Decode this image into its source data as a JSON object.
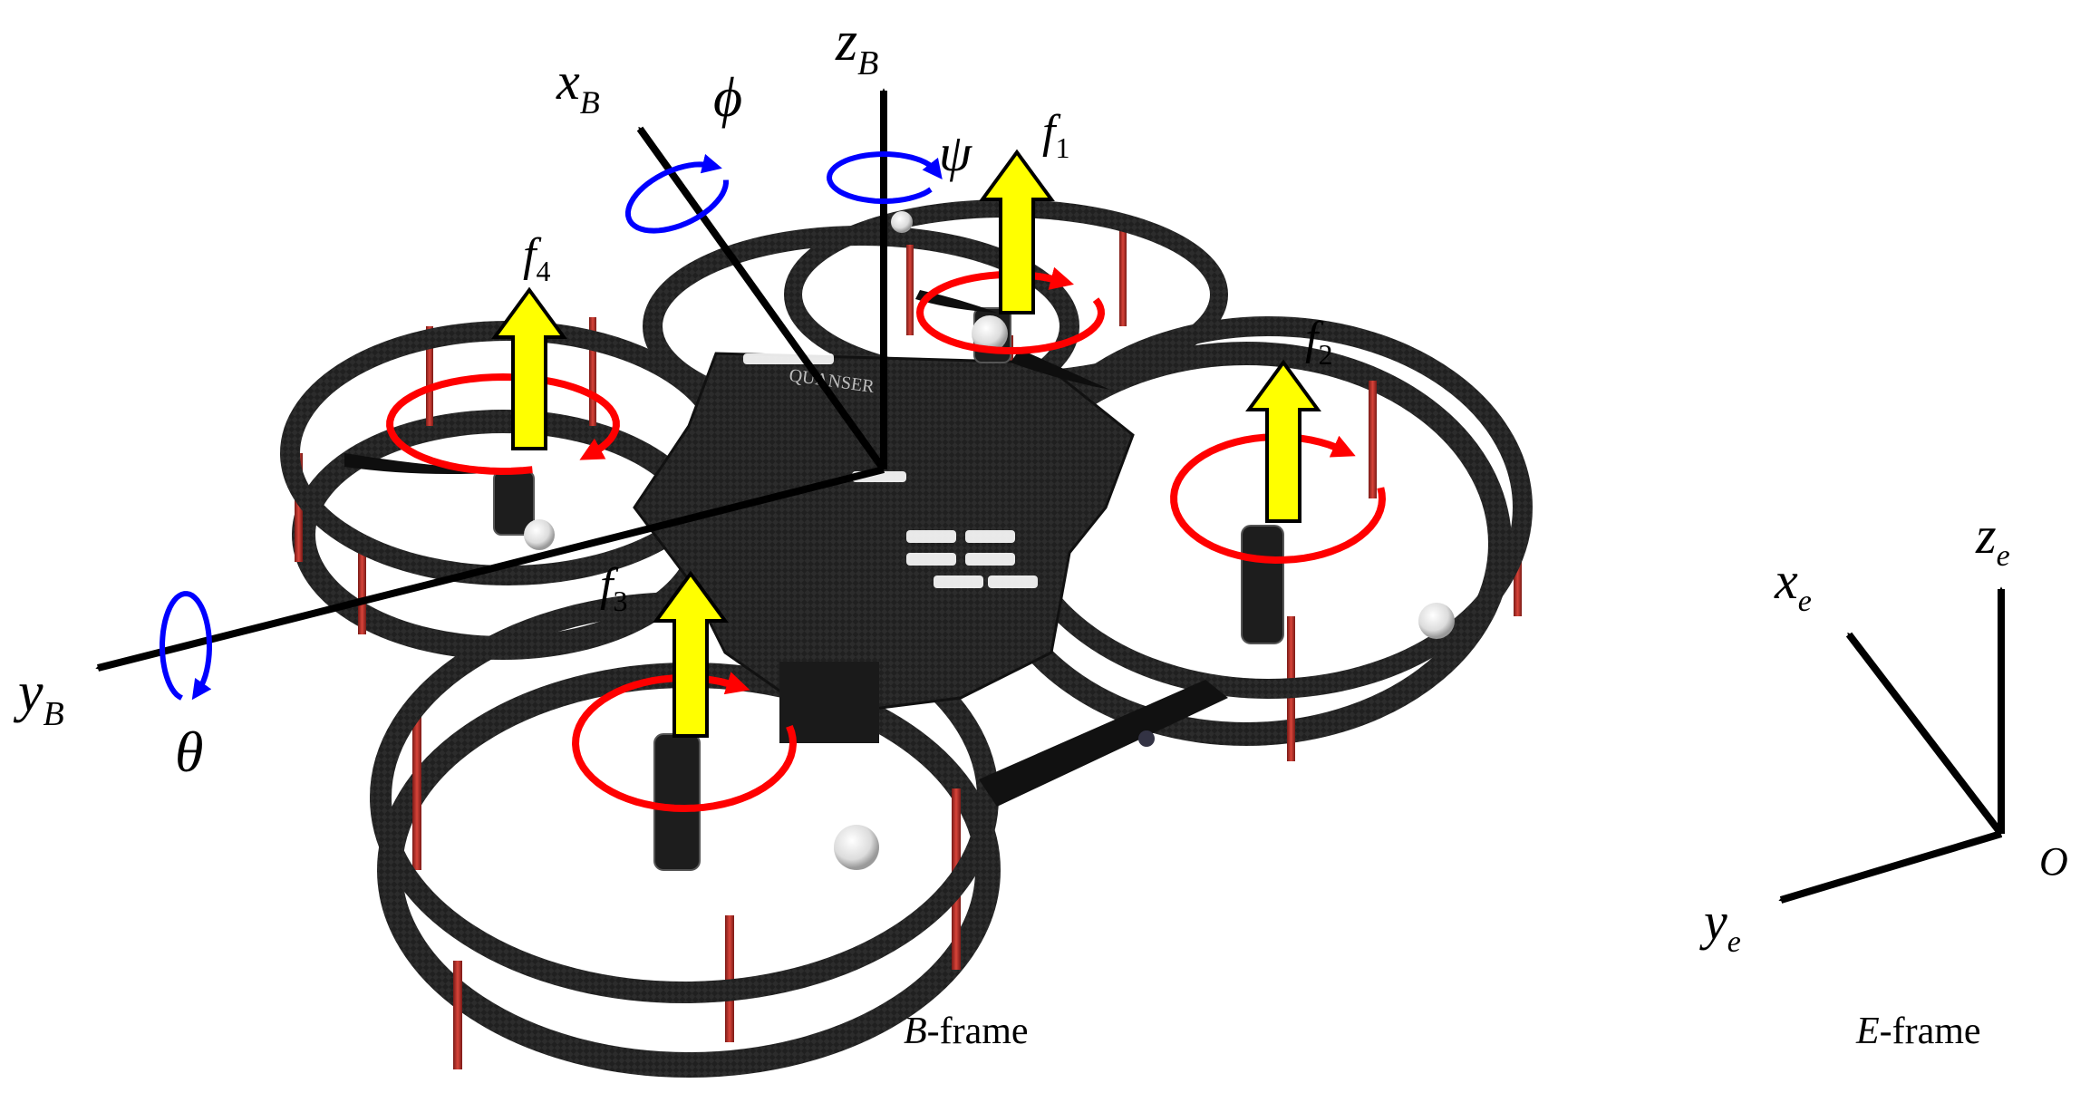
{
  "colors": {
    "axis": "#000000",
    "thrust_fill": "#ffff00",
    "thrust_stroke": "#000000",
    "rotor_spin": "#ff0000",
    "rotation_marker": "#0000ff",
    "frame_carbon": "#1e1e1e",
    "frame_ring": "#2a2a2a",
    "standoff": "#c0302a",
    "marker_ball": "#eeeeee"
  },
  "icons": [
    "quadrotor-drone-image",
    "rotor-spin-arrow-icon",
    "rotation-arrow-icon",
    "thrust-arrow-icon"
  ],
  "body_frame": {
    "caption_letter": "B",
    "caption_suffix": "-frame",
    "axes": {
      "x": {
        "letter": "x",
        "sub": "B"
      },
      "y": {
        "letter": "y",
        "sub": "B"
      },
      "z": {
        "letter": "z",
        "sub": "B"
      }
    },
    "angles": {
      "roll": "ϕ",
      "pitch": "θ",
      "yaw": "ψ"
    },
    "thrusts": [
      {
        "letter": "f",
        "sub": "1"
      },
      {
        "letter": "f",
        "sub": "2"
      },
      {
        "letter": "f",
        "sub": "3"
      },
      {
        "letter": "f",
        "sub": "4"
      }
    ],
    "brand_text": "QUANSER"
  },
  "earth_frame": {
    "caption_letter": "E",
    "caption_suffix": "-frame",
    "origin": "O",
    "axes": {
      "x": {
        "letter": "x",
        "sub": "e"
      },
      "y": {
        "letter": "y",
        "sub": "e"
      },
      "z": {
        "letter": "z",
        "sub": "e"
      }
    }
  }
}
